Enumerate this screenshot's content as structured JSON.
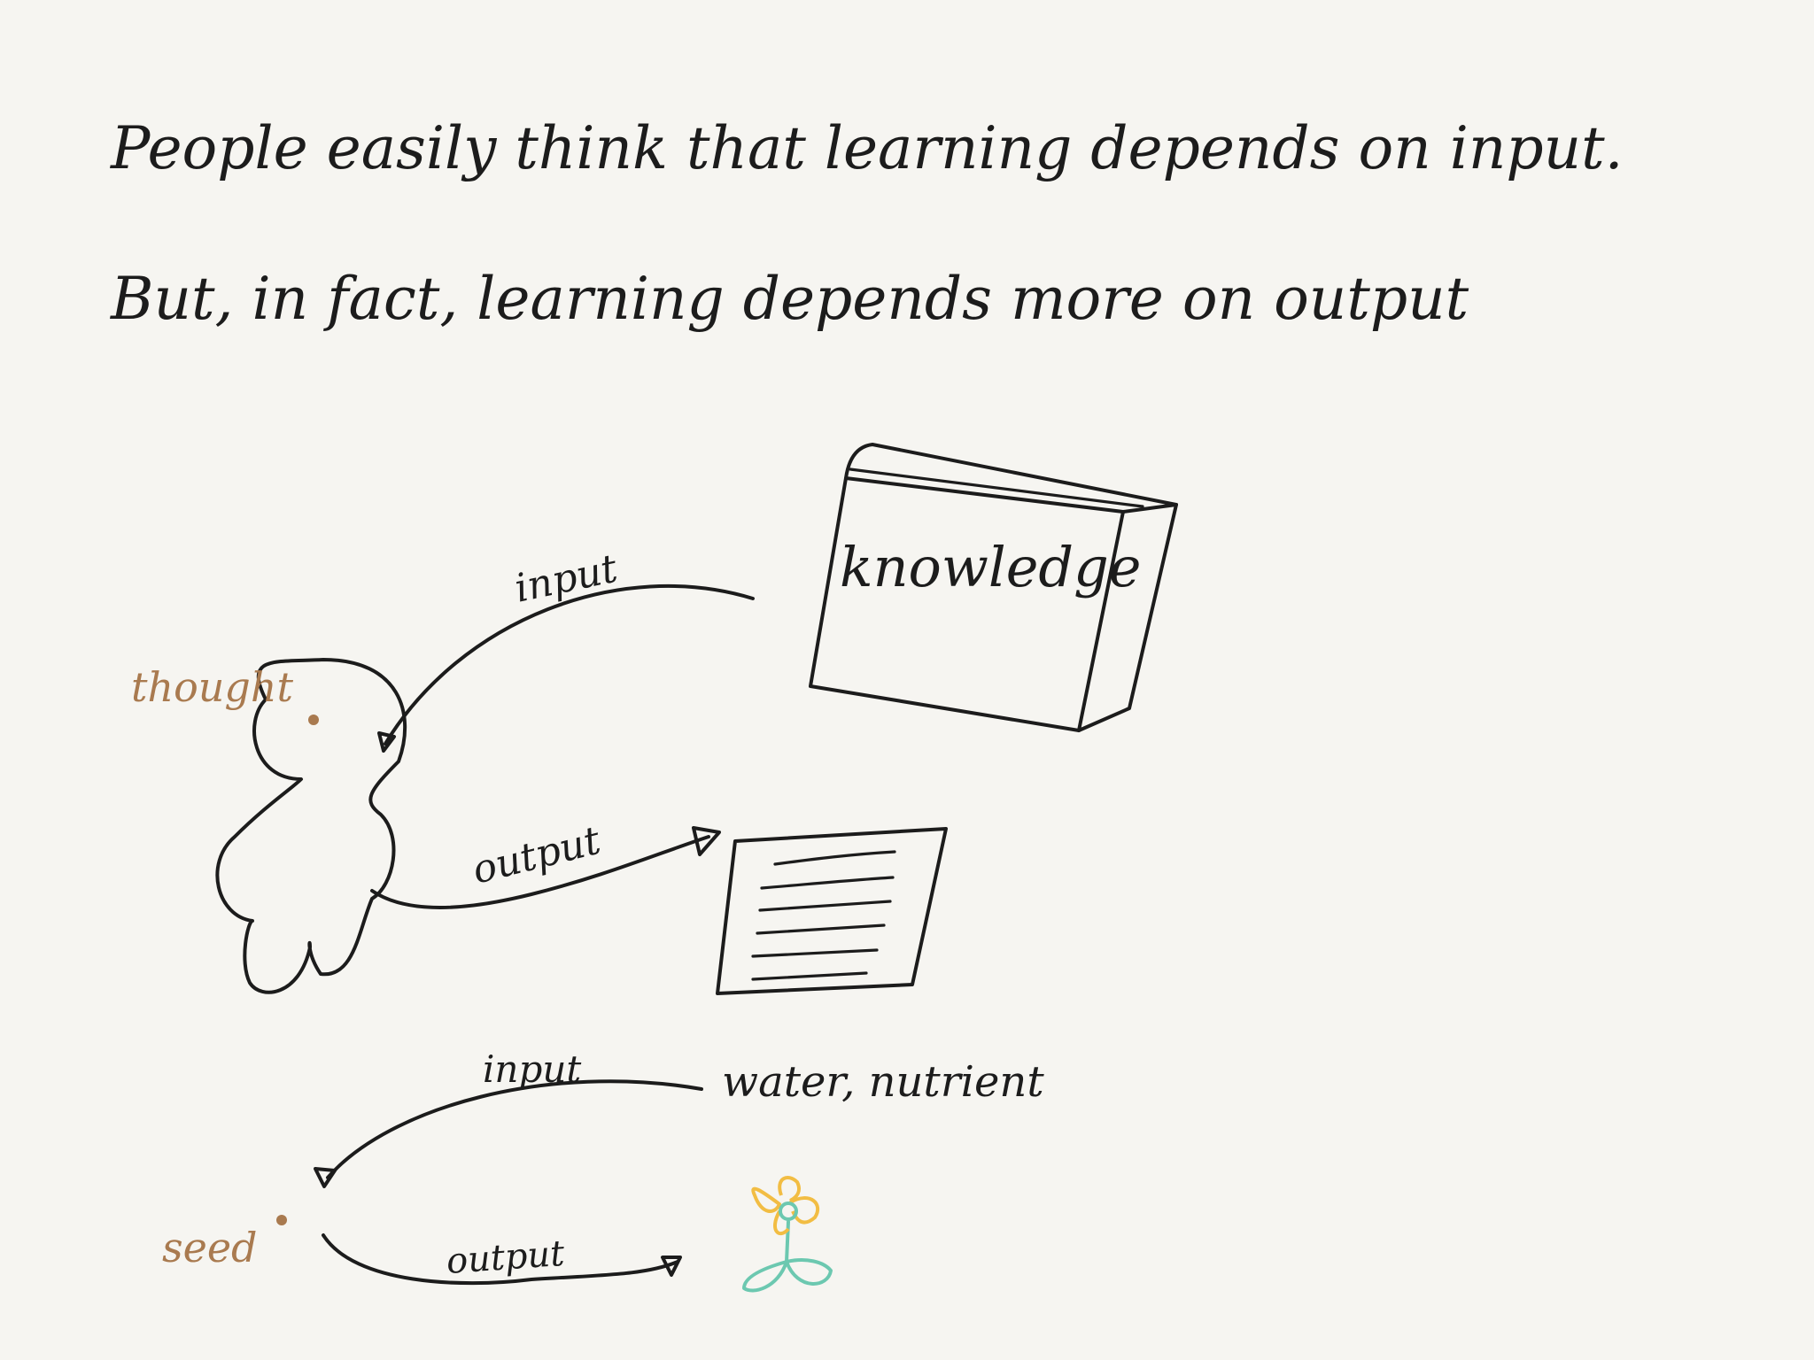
{
  "text": {
    "line1": "People easily think that learning depends on input.",
    "line2": "But, in fact, learning depends more on output",
    "knowledge": "knowledge",
    "input_top": "input",
    "output_top": "output",
    "thought": "thought",
    "input_bottom": "input",
    "water_nutrient": "water, nutrient",
    "seed": "seed",
    "output_bottom": "output"
  },
  "colors": {
    "ink": "#1c1c1c",
    "accent_brown": "#a97a4f",
    "flower_petal": "#f2bd43",
    "flower_stem": "#6cc8b0",
    "paper": "#f6f5f1"
  }
}
